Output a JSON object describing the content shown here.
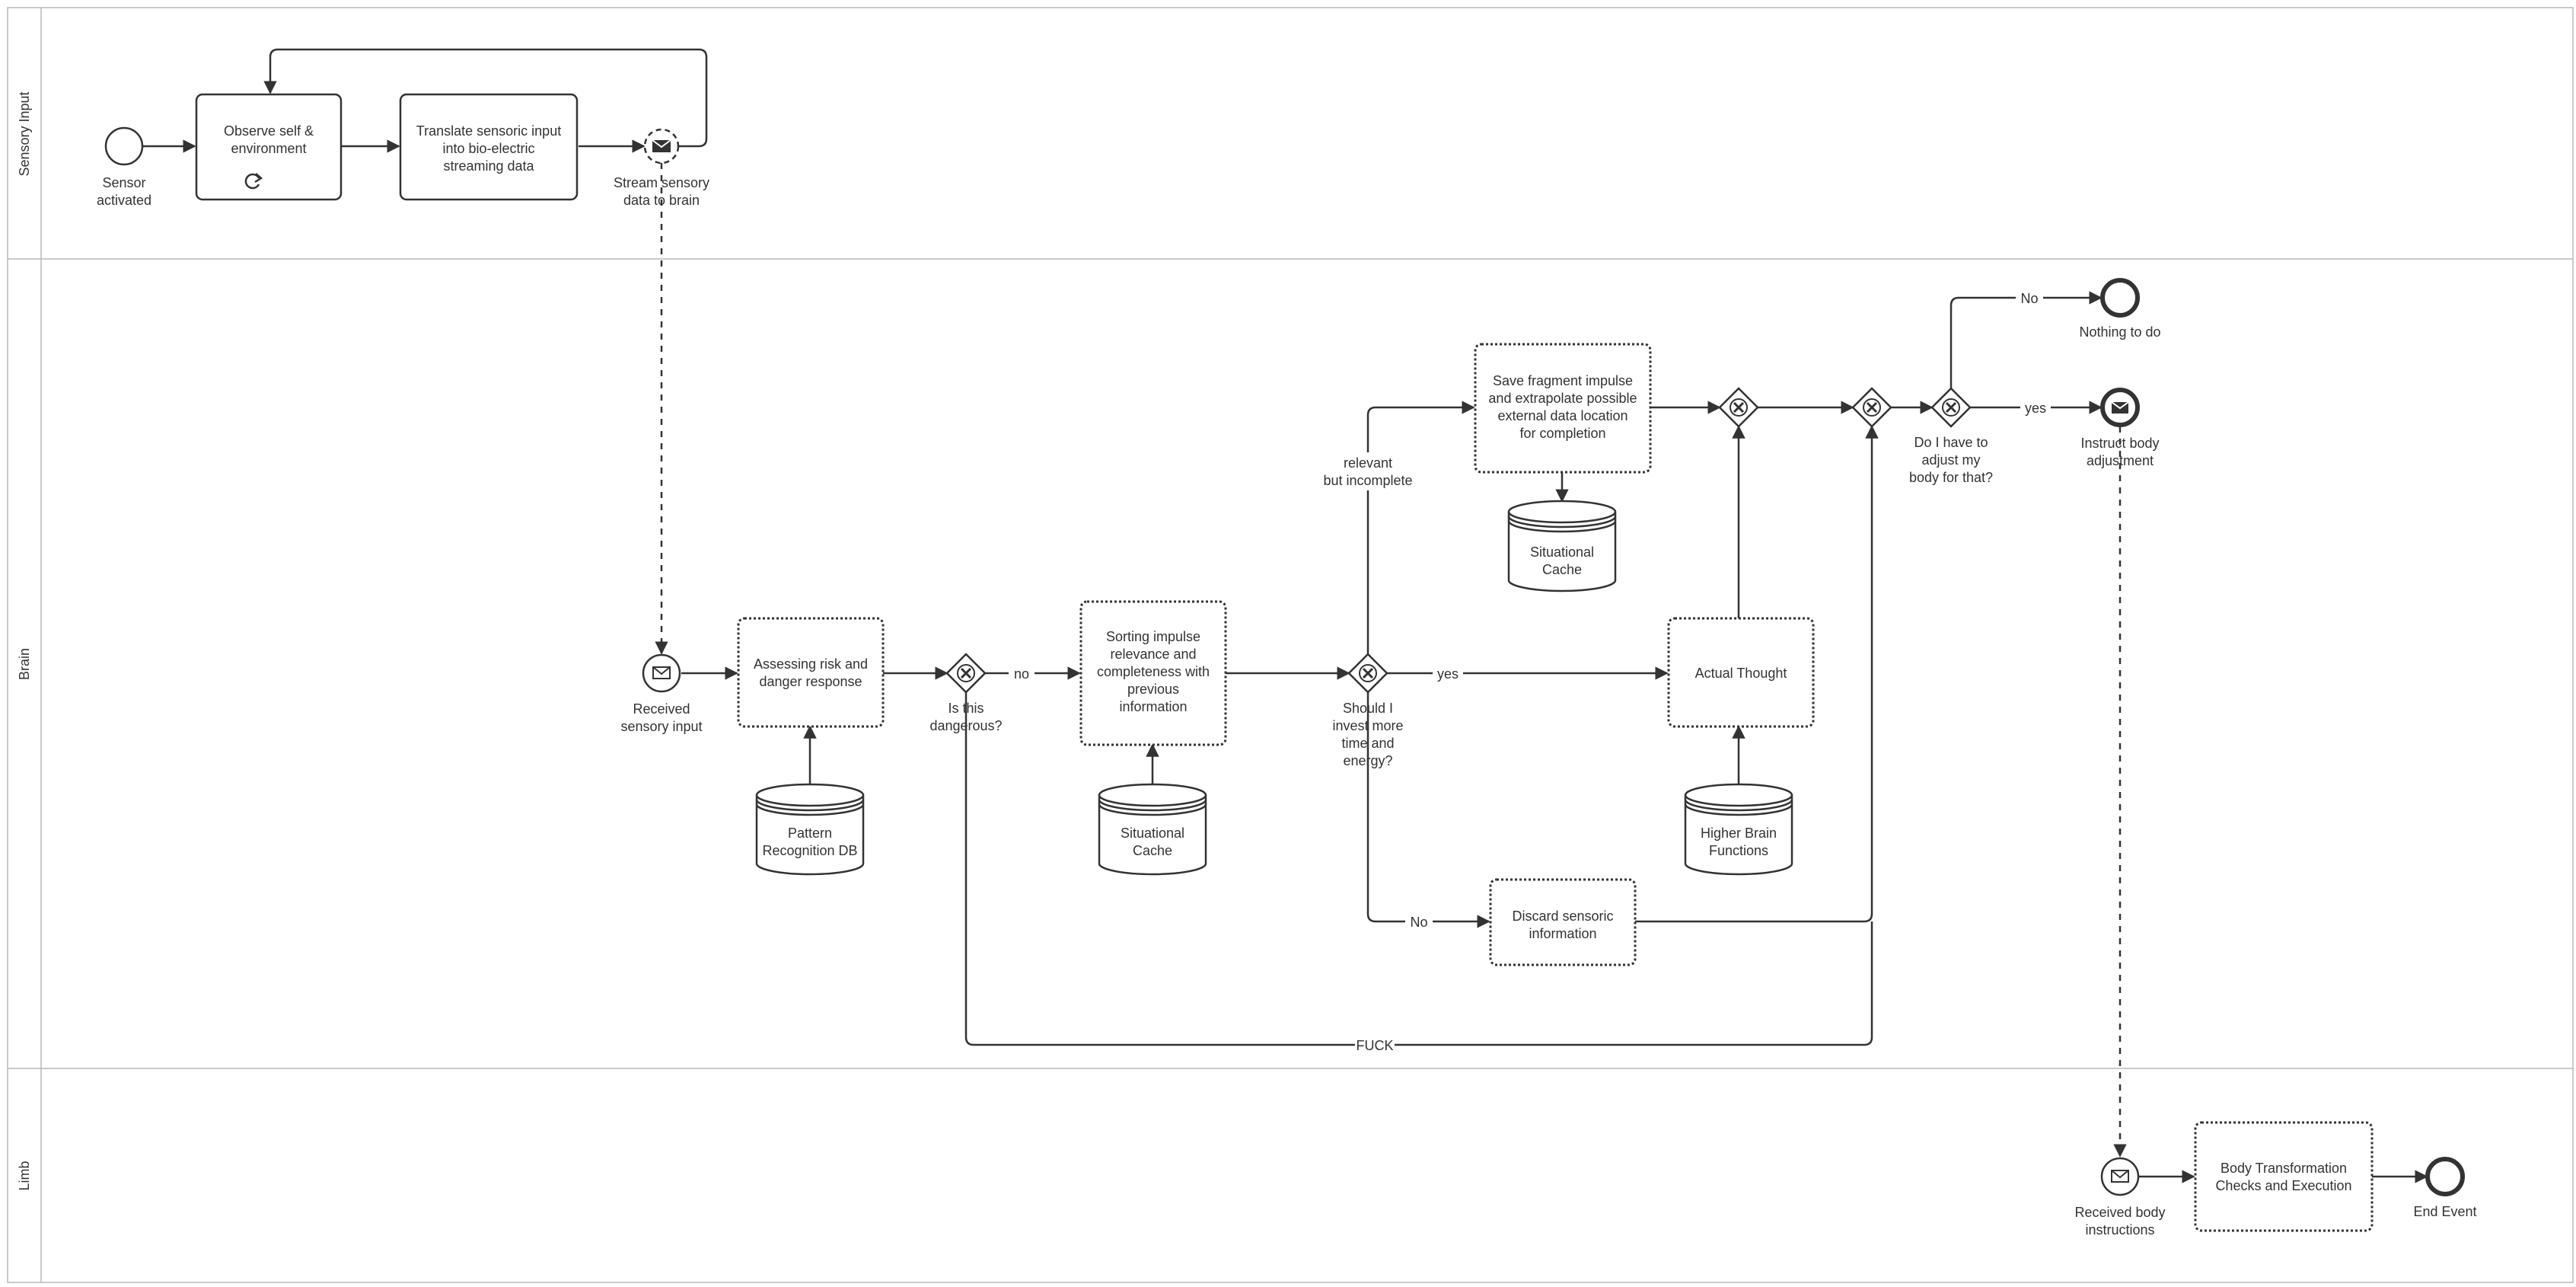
{
  "lanes": [
    "Sensory Input",
    "Brain",
    "Limb"
  ],
  "tasks": {
    "observe": "Observe self & environment",
    "translate": "Translate sensoric input into bio-electric streaming data",
    "assess": "Assessing risk and danger response",
    "sort": "Sorting impulse relevance and completeness with previous information",
    "save": "Save fragment impulse and extrapolate possible external data location for completion",
    "thought": "Actual Thought",
    "discard": "Discard  sensoric information",
    "body_transform": "Body Transformation Checks and Execution"
  },
  "events": {
    "sensor_activated": "Sensor activated",
    "stream": "Stream sensory data to brain",
    "received_input": "Received sensory input",
    "nothing": "Nothing to do",
    "instruct": "Instruct body adjustment",
    "received_body": "Received body instructions",
    "end": "End Event"
  },
  "gateways": {
    "dangerous": "Is this dangerous?",
    "invest": "Should I invest more time and energy?",
    "adjust": "Do I have to adjust my body for that?"
  },
  "stores": {
    "pattern": "Pattern Recognition DB",
    "cache_lower": "Situational Cache",
    "cache_upper": "Situational Cache",
    "higher": "Higher Brain Functions"
  },
  "edge_labels": {
    "no_dangerous": "no",
    "relevant": "relevant but incomplete",
    "yes_invest": "yes",
    "no_invest": "No",
    "no_adjust": "No",
    "yes_adjust": "yes",
    "fuck": "FUCK"
  }
}
